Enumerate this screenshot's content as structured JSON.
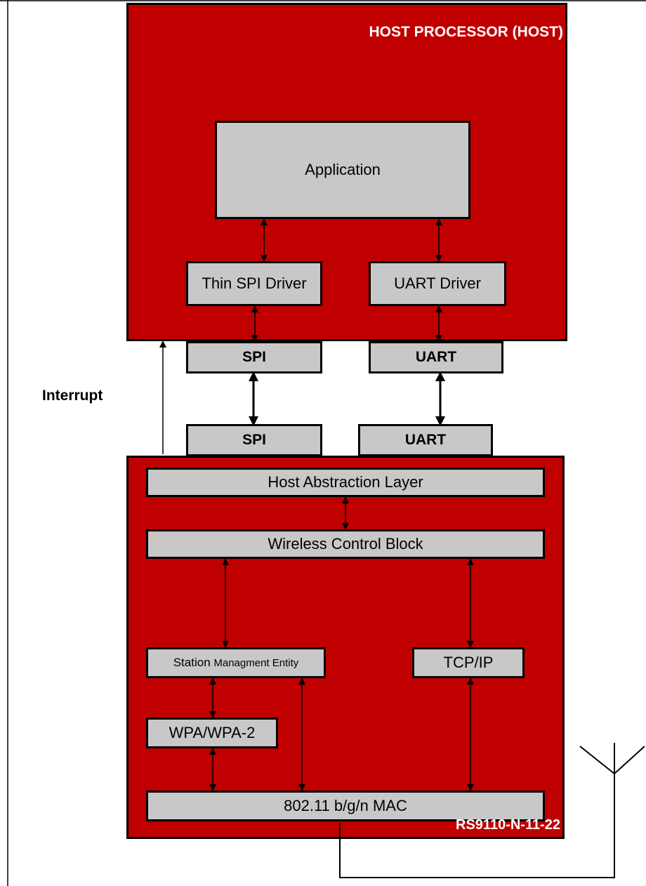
{
  "host": {
    "title": "HOST PROCESSOR (HOST)",
    "application": "Application",
    "spi_driver": "Thin SPI  Driver",
    "uart_driver": "UART Driver",
    "spi_port": "SPI",
    "uart_port": "UART"
  },
  "interrupt_label": "Interrupt",
  "module": {
    "name": "RS9110-N-11-22",
    "spi_port": "SPI",
    "uart_port": "UART",
    "host_abstraction_layer": "Host Abstraction Layer",
    "wireless_control_block": "Wireless Control Block",
    "station_management_prefix": "Station ",
    "station_management_suffix": "Managment Entity",
    "tcp_ip": "TCP/IP",
    "wpa": "WPA/WPA-2",
    "mac": "802.11 b/g/n MAC"
  },
  "colors": {
    "block_red": "#c00000",
    "block_gray": "#c8c8c8",
    "outline": "#000000"
  }
}
